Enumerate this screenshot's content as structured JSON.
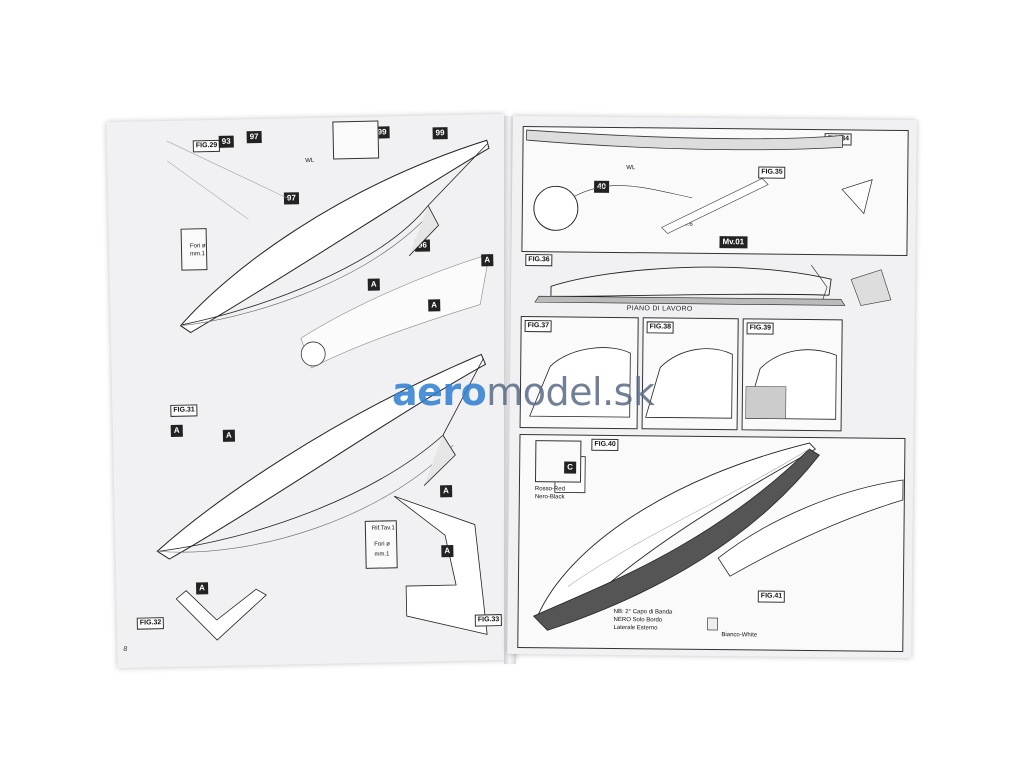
{
  "left_page": {
    "page_number": "8",
    "figures": [
      "FIG.29",
      "FIG.31",
      "FIG.32",
      "FIG.33"
    ],
    "part_numbers": [
      "93",
      "97",
      "99",
      "99",
      "97",
      "96"
    ],
    "badges": [
      "A",
      "A",
      "A",
      "A",
      "A",
      "A",
      "A",
      "A"
    ],
    "wl_label": "WL",
    "note_holes": [
      "Fori ø",
      "mm.1"
    ],
    "note_ref": [
      "Rif.Tav.1",
      "Fori ø",
      "mm.1"
    ]
  },
  "right_page": {
    "figures": [
      "FIG.34",
      "FIG.35",
      "FIG.36",
      "FIG.37",
      "FIG.38",
      "FIG.39",
      "FIG.40",
      "FIG.41"
    ],
    "part_40": "40",
    "wl_label": "WL",
    "mv_label": "Mv.01",
    "mm_label": "mm.6",
    "work_plane": "PIANO DI LAVORO",
    "paint_letter": "C",
    "legend": [
      "Rosso-Red",
      "Nero-Black"
    ],
    "note": [
      "NB: 2° Capo di Banda",
      "NERO Solo Bordo",
      "Laterale Esterno"
    ],
    "white_label": "Bianco-White"
  },
  "watermark": {
    "prefix": "aero",
    "suffix": "model.sk"
  },
  "colors": {
    "paper": "#f1f1f3",
    "ink": "#222222",
    "hull_dark": "#555555",
    "watermark": "#5a6b86",
    "watermark_accent": "#2e7fd0"
  }
}
